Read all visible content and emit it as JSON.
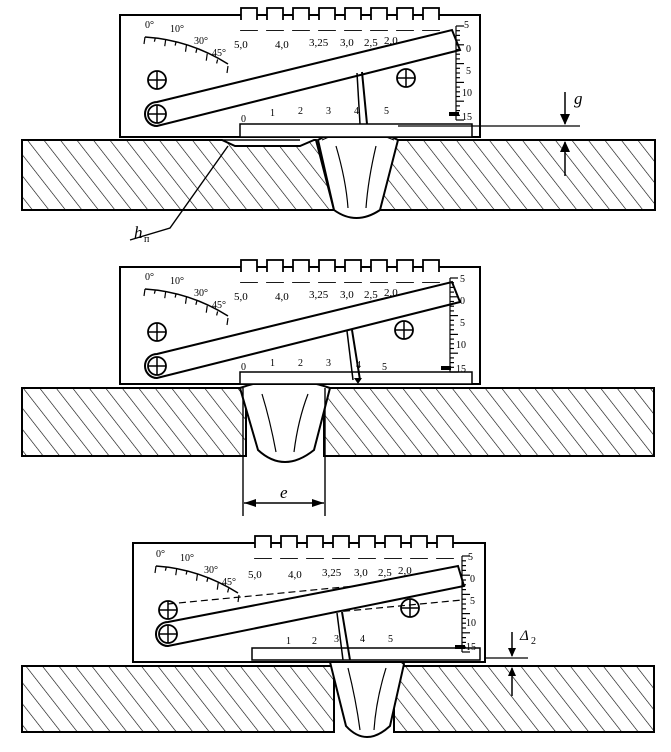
{
  "gauges": [
    {
      "angle_labels": [
        "0°",
        "10°",
        "30°",
        "45°"
      ],
      "comb_labels": [
        "5,0",
        "4,0",
        "3,25",
        "3,0",
        "2,5",
        "2,0"
      ],
      "bottom_scale": [
        "0",
        "1",
        "2",
        "3",
        "4",
        "5"
      ],
      "right_scale": [
        "5",
        "0",
        "5",
        "10",
        "15"
      ],
      "annotation_1": "g",
      "annotation_2_main": "h",
      "annotation_2_sub": "п"
    },
    {
      "angle_labels": [
        "0°",
        "10°",
        "30°",
        "45°"
      ],
      "comb_labels": [
        "5,0",
        "4,0",
        "3,25",
        "3,0",
        "2,5",
        "2,0"
      ],
      "bottom_scale": [
        "0",
        "1",
        "2",
        "3",
        "4",
        "5"
      ],
      "right_scale": [
        "5",
        "0",
        "5",
        "10",
        "15"
      ],
      "annotation_1": "e"
    },
    {
      "angle_labels": [
        "0°",
        "10°",
        "30°",
        "45°"
      ],
      "comb_labels": [
        "5,0",
        "4,0",
        "3,25",
        "3,0",
        "2,5",
        "2,0"
      ],
      "bottom_scale": [
        "1",
        "2",
        "3",
        "4",
        "5"
      ],
      "right_scale": [
        "5",
        "0",
        "5",
        "10",
        "15"
      ],
      "annotation_1_main": "Δ",
      "annotation_1_sub": "2"
    }
  ]
}
